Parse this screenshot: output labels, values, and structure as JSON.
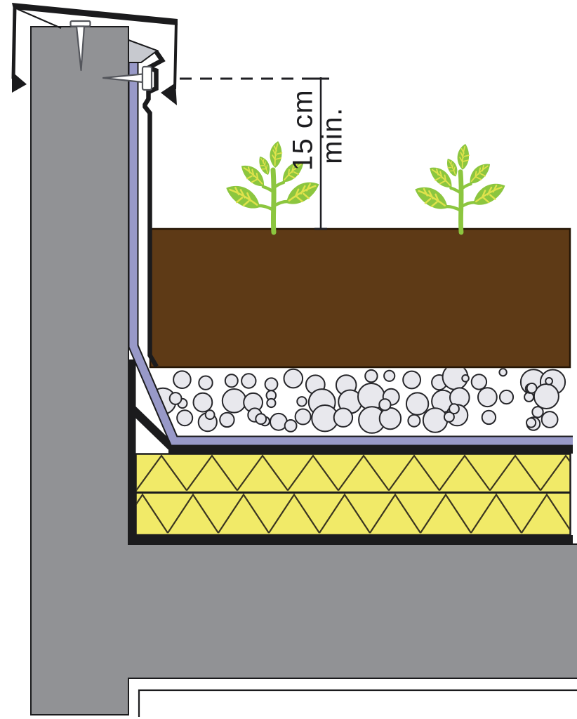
{
  "annotation": {
    "dimension_value": "15 cm",
    "dimension_qualifier": "min."
  },
  "plants": {
    "count": 2
  },
  "colors": {
    "wall_gray": "#919295",
    "soil_brown": "#5e3a16",
    "soil_outline": "#241505",
    "insulation_yellow": "#f1ea68",
    "insulation_line": "#3a3520",
    "membrane_lavender": "#9899c8",
    "pebble_fill": "#e8e8ed",
    "pebble_outline": "#26262a",
    "leaf_green": "#8cc63f",
    "leaf_vein_yellow": "#dfe24c",
    "metal_light_gray": "#c7c9cf",
    "fastener_outline": "#54565c",
    "line_black": "#1b1b1d"
  }
}
